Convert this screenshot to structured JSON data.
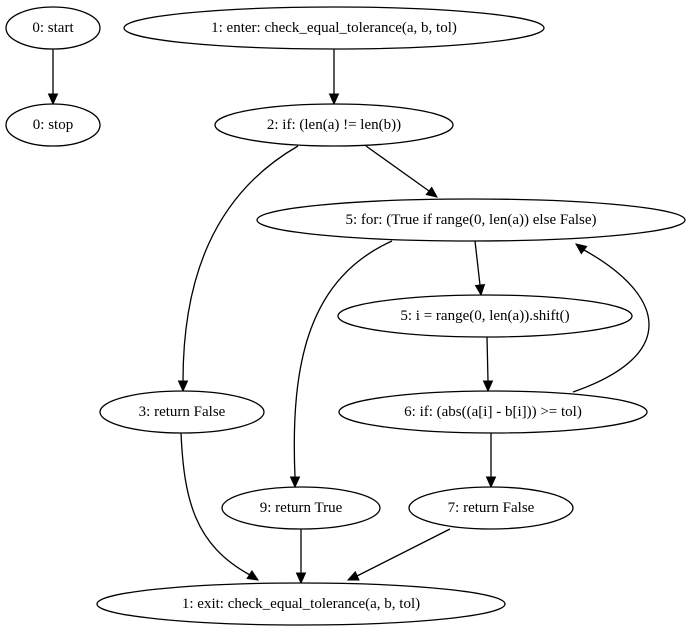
{
  "graph": {
    "nodes": [
      {
        "id": "n0start",
        "label": "0: start"
      },
      {
        "id": "n0stop",
        "label": "0: stop"
      },
      {
        "id": "n1enter",
        "label": "1: enter: check_equal_tolerance(a, b, tol)"
      },
      {
        "id": "n2if",
        "label": "2: if: (len(a) != len(b))"
      },
      {
        "id": "n5for",
        "label": "5: for: (True if range(0, len(a)) else False)"
      },
      {
        "id": "n5assign",
        "label": "5: i = range(0, len(a)).shift()"
      },
      {
        "id": "n3return",
        "label": "3: return False"
      },
      {
        "id": "n6if",
        "label": "6: if: (abs((a[i] - b[i])) >= tol)"
      },
      {
        "id": "n9return",
        "label": "9: return True"
      },
      {
        "id": "n7return",
        "label": "7: return False"
      },
      {
        "id": "n1exit",
        "label": "1: exit: check_equal_tolerance(a, b, tol)"
      }
    ],
    "edges": [
      {
        "from": "n0start",
        "to": "n0stop"
      },
      {
        "from": "n1enter",
        "to": "n2if"
      },
      {
        "from": "n2if",
        "to": "n3return"
      },
      {
        "from": "n2if",
        "to": "n5for"
      },
      {
        "from": "n5for",
        "to": "n5assign"
      },
      {
        "from": "n5for",
        "to": "n9return"
      },
      {
        "from": "n5assign",
        "to": "n6if"
      },
      {
        "from": "n6if",
        "to": "n5for"
      },
      {
        "from": "n6if",
        "to": "n7return"
      },
      {
        "from": "n3return",
        "to": "n1exit"
      },
      {
        "from": "n9return",
        "to": "n1exit"
      },
      {
        "from": "n7return",
        "to": "n1exit"
      }
    ]
  }
}
